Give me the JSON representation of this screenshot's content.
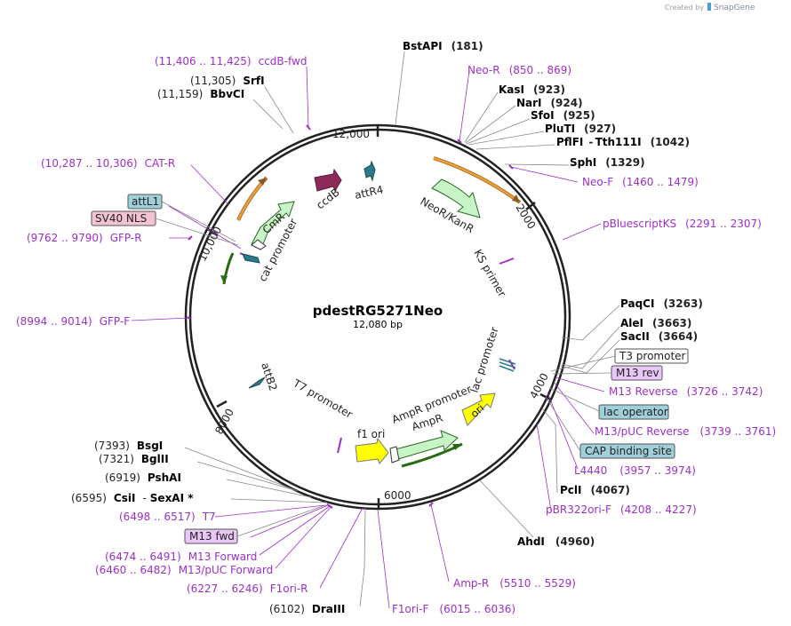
{
  "header": {
    "credit_prefix": "Created by",
    "brand": "SnapGene"
  },
  "plasmid": {
    "name": "pdestRG5271Neo",
    "length": "12,080 bp"
  },
  "ticks": [
    "12,000",
    "2000",
    "4000",
    "6000",
    "8000",
    "10,000"
  ],
  "sites": [
    {
      "id": "bstapi",
      "name": "BstAPI",
      "pos": "(181)"
    },
    {
      "id": "kasi",
      "name": "KasI",
      "pos": "(923)"
    },
    {
      "id": "nari",
      "name": "NarI",
      "pos": "(924)"
    },
    {
      "id": "sfoi",
      "name": "SfoI",
      "pos": "(925)"
    },
    {
      "id": "pluti",
      "name": "PluTI",
      "pos": "(927)"
    },
    {
      "id": "pflfi",
      "name": "PflFI",
      "name2": "Tth111I",
      "pos": "(1042)"
    },
    {
      "id": "sphi",
      "name": "SphI",
      "pos": "(1329)"
    },
    {
      "id": "paqci",
      "name": "PaqCI",
      "pos": "(3263)"
    },
    {
      "id": "alei",
      "name": "AleI",
      "pos": "(3663)"
    },
    {
      "id": "sacii",
      "name": "SacII",
      "pos": "(3664)"
    },
    {
      "id": "pcli",
      "name": "PclI",
      "pos": "(4067)"
    },
    {
      "id": "ahdi",
      "name": "AhdI",
      "pos": "(4960)"
    },
    {
      "id": "draiii",
      "name": "DraIII",
      "pos": "(6102)"
    },
    {
      "id": "csii",
      "name": "CsiI",
      "name2": "SexAI *",
      "pos": "(6595)"
    },
    {
      "id": "pshai",
      "name": "PshAI",
      "pos": "(6919)"
    },
    {
      "id": "bglii",
      "name": "BglII",
      "pos": "(7321)"
    },
    {
      "id": "bsgi",
      "name": "BsgI",
      "pos": "(7393)"
    },
    {
      "id": "bbvci",
      "name": "BbvCI",
      "pos": "(11,159)"
    },
    {
      "id": "srfi",
      "name": "SrfI",
      "pos": "(11,305)"
    }
  ],
  "primers": [
    {
      "id": "ccdb-fwd",
      "name": "ccdB-fwd",
      "pos": "(11,406 .. 11,425)"
    },
    {
      "id": "neo-r",
      "name": "Neo-R",
      "pos": "(850 .. 869)"
    },
    {
      "id": "neo-f",
      "name": "Neo-F",
      "pos": "(1460 .. 1479)"
    },
    {
      "id": "pbluescriptks",
      "name": "pBluescriptKS",
      "pos": "(2291 .. 2307)"
    },
    {
      "id": "m13-reverse",
      "name": "M13 Reverse",
      "pos": "(3726 .. 3742)"
    },
    {
      "id": "m13puc-reverse",
      "name": "M13/pUC Reverse",
      "pos": "(3739 .. 3761)"
    },
    {
      "id": "l4440",
      "name": "L4440",
      "pos": "(3957 .. 3974)"
    },
    {
      "id": "pbr322ori-f",
      "name": "pBR322ori-F",
      "pos": "(4208 .. 4227)"
    },
    {
      "id": "amp-r",
      "name": "Amp-R",
      "pos": "(5510 .. 5529)"
    },
    {
      "id": "f1ori-f",
      "name": "F1ori-F",
      "pos": "(6015 .. 6036)"
    },
    {
      "id": "f1ori-r",
      "name": "F1ori-R",
      "pos": "(6227 .. 6246)"
    },
    {
      "id": "m13puc-forward",
      "name": "M13/pUC Forward",
      "pos": "(6460 .. 6482)"
    },
    {
      "id": "m13-forward",
      "name": "M13 Forward",
      "pos": "(6474 .. 6491)"
    },
    {
      "id": "t7",
      "name": "T7",
      "pos": "(6498 .. 6517)"
    },
    {
      "id": "gfp-f",
      "name": "GFP-F",
      "pos": "(8994 .. 9014)"
    },
    {
      "id": "gfp-r",
      "name": "GFP-R",
      "pos": "(9762 .. 9790)"
    },
    {
      "id": "cat-r",
      "name": "CAT-R",
      "pos": "(10,287 .. 10,306)"
    }
  ],
  "boxed_features": {
    "t3_promoter": "T3 promoter",
    "m13_rev": "M13 rev",
    "lac_operator": "lac operator",
    "cap_binding_site": "CAP binding site",
    "m13_fwd": "M13 fwd",
    "attl1": "attL1",
    "sv40_nls": "SV40 NLS"
  },
  "inner_features": {
    "ccdb": "ccdB",
    "attr4": "attR4",
    "cmr": "CmR",
    "cat_promoter": "cat promoter",
    "neor_kanr": "NeoR/KanR",
    "ks_primer": "KS primer",
    "lac_promoter": "lac promoter",
    "ori": "ori",
    "ampr_promoter": "AmpR promoter",
    "ampr": "AmpR",
    "f1_ori": "f1 ori",
    "t7_promoter": "T7 promoter",
    "attb2": "attB2"
  },
  "colors": {
    "primer": "#9b30c9",
    "backbone": "#222222",
    "ccdb": "#8e2a5a",
    "attr": "#2b7a8c",
    "resistance_fill": "#c8f5c8",
    "ori": "#ffff00",
    "f1_ori": "#ffff00",
    "orange_feature": "#f0a030",
    "green_feature": "#3a9b1e",
    "box_blue": "#9fd0da",
    "box_pink": "#f3c3d3",
    "box_lilac": "#e8c6f5"
  }
}
